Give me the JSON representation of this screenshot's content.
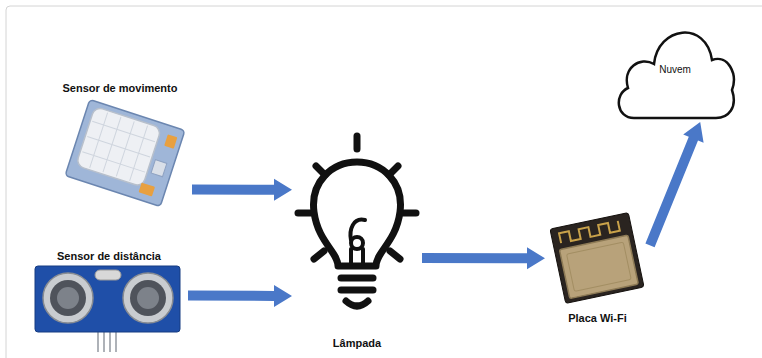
{
  "diagram": {
    "nodes": [
      {
        "text": [
          "Sensor de movimento"
        ]
      },
      {
        "text": [
          "Sensor de distância"
        ]
      },
      {
        "text": [
          "Lâmpada"
        ]
      },
      {
        "text": [
          "Placa Wi-Fi"
        ]
      },
      {
        "text": [
          "Nuvem"
        ]
      }
    ],
    "edges": [
      {
        "from": 0,
        "to": 2,
        "arrow": "to"
      },
      {
        "from": 1,
        "to": 2,
        "arrow": "to"
      },
      {
        "from": 2,
        "to": 3,
        "arrow": "to"
      },
      {
        "from": 3,
        "to": 4,
        "arrow": "to"
      }
    ]
  }
}
